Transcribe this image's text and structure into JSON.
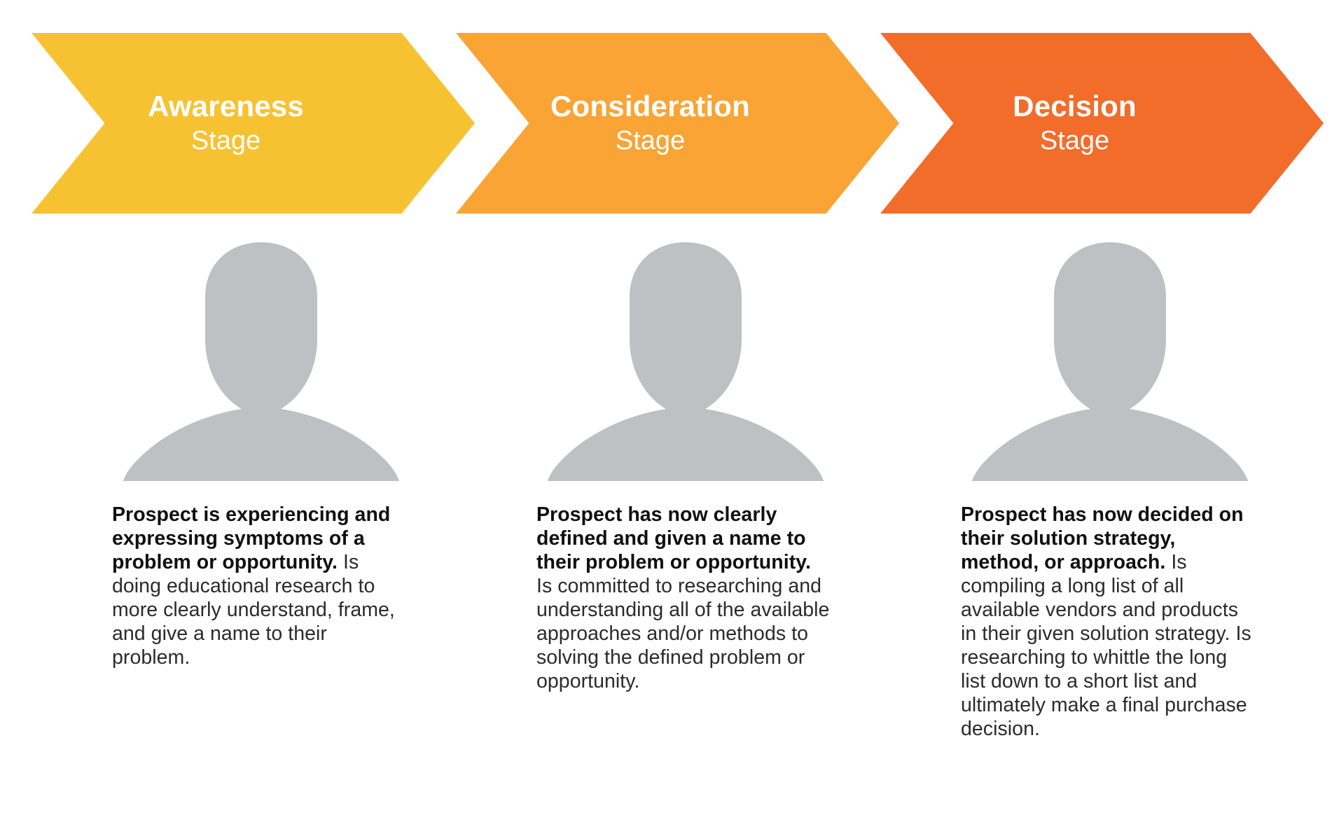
{
  "palette": {
    "stage1": "#F7C232",
    "stage2": "#F9A435",
    "stage3": "#F26C2A",
    "silhouette": "#BEC0C4",
    "body_text": "#2b2b2b",
    "background": "#FFFFFF"
  },
  "stages": [
    {
      "title": "Awareness",
      "subtitle": "Stage",
      "color": "#F7C232",
      "avatar_label": "person-silhouette",
      "description_bold": "Prospect is experiencing and expressing symptoms of a problem or opportunity.",
      "description_rest": " Is doing educational research to more clearly understand, frame, and give a name to their problem."
    },
    {
      "title": "Consideration",
      "subtitle": "Stage",
      "color": "#F9A435",
      "avatar_label": "person-silhouette",
      "description_bold": "Prospect has now clearly defined and given a name to their problem or opportunity.",
      "description_rest": " Is committed to researching and understanding all of the available approaches and/or methods to solving the defined problem or opportunity."
    },
    {
      "title": "Decision",
      "subtitle": "Stage",
      "color": "#F26C2A",
      "avatar_label": "person-silhouette",
      "description_bold": "Prospect has now decided on their solution strategy, method, or approach.",
      "description_rest": " Is compiling a long list of all available vendors and products in their given solution strategy. Is researching to whittle the long list down to a short list and ultimately make a final purchase decision."
    }
  ]
}
